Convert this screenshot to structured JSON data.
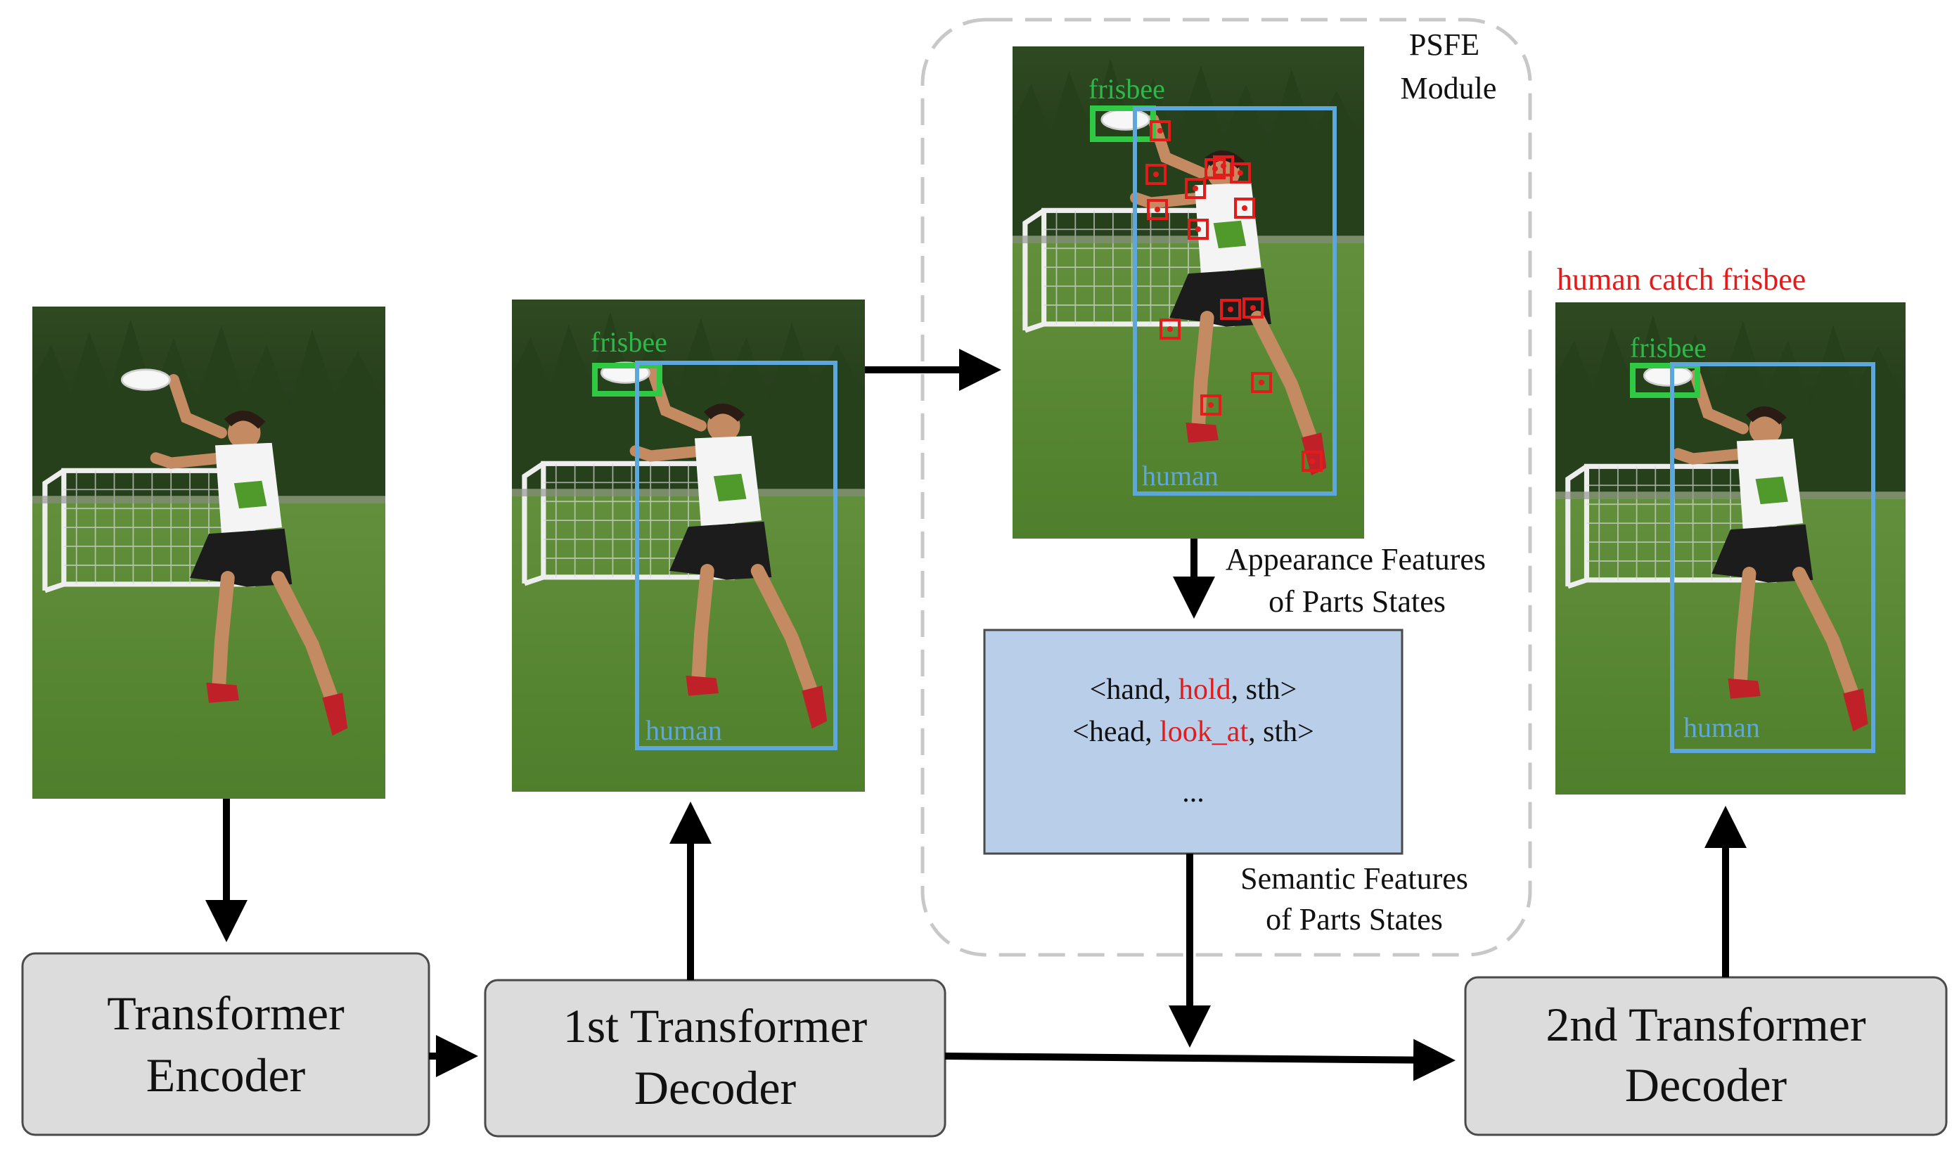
{
  "colors": {
    "box_fill": "#dcdcdc",
    "box_stroke": "#4a4a4a",
    "state_box_fill": "#b9cfe9",
    "human_box": "#5ea7dc",
    "frisbee_box": "#2fc943",
    "keypoint": "#e21b1b",
    "highlight_red": "#e41b1b",
    "label_green": "#2fb84a",
    "label_blue": "#5ea7dc",
    "module_border": "#c8c8c8"
  },
  "blocks": {
    "encoder": {
      "line1": "Transformer",
      "line2": "Encoder"
    },
    "decoder1": {
      "line1": "1st Transformer",
      "line2": "Decoder"
    },
    "decoder2": {
      "line1": "2nd Transformer",
      "line2": "Decoder"
    }
  },
  "module": {
    "line1": "PSFE",
    "line2": "Module"
  },
  "labels": {
    "appearance_1": "Appearance Features",
    "appearance_2": "of Parts States",
    "semantic_1": "Semantic Features",
    "semantic_2": "of Parts States",
    "frisbee": "frisbee",
    "human": "human",
    "result": "human catch frisbee"
  },
  "part_states": {
    "row1": {
      "open": "<hand, ",
      "verb": "hold",
      "close": ", sth>"
    },
    "row2": {
      "open": "<head, ",
      "verb": "look_at",
      "close": ", sth>"
    },
    "ellipsis": "..."
  },
  "images": [
    "input-photo",
    "decoder1-photo",
    "psfe-photo",
    "output-photo"
  ]
}
